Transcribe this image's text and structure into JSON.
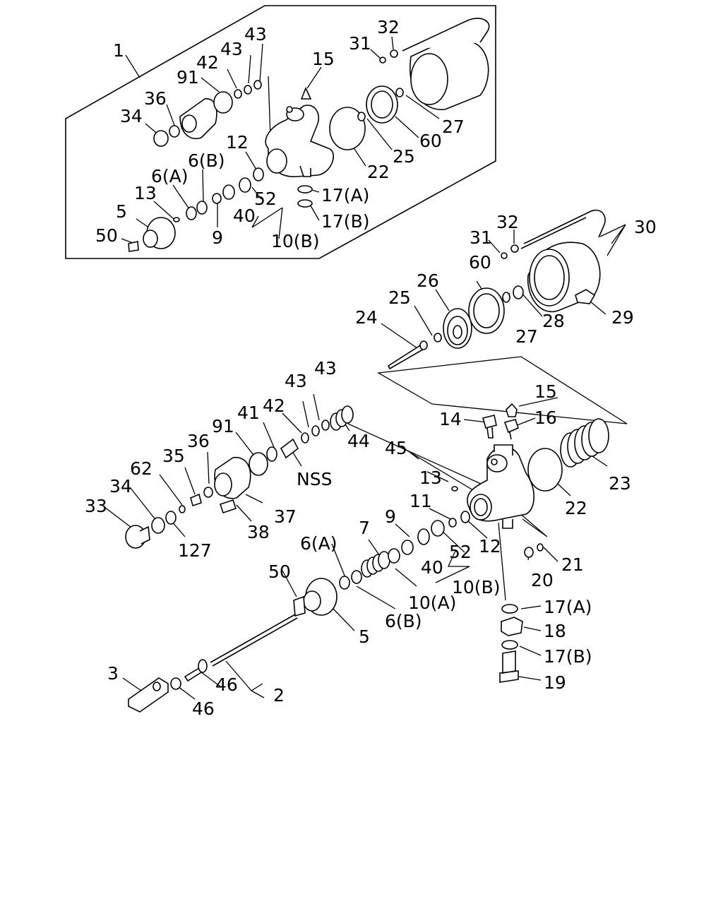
{
  "diagram": {
    "callouts": {
      "c1": "1",
      "c91a": "91",
      "c42a": "42",
      "c43a": "43",
      "c43b": "43",
      "c15a": "15",
      "c31a": "31",
      "c32a": "32",
      "c36a": "36",
      "c34a": "34",
      "c12a": "12",
      "c6Ba": "6(B)",
      "c6Aa": "6(A)",
      "c13a": "13",
      "c5a": "5",
      "c50a": "50",
      "c9a": "9",
      "c52a": "52",
      "c40a": "40",
      "c10Ba": "10(B)",
      "c17Aa": "17(A)",
      "c17Ba": "17(B)",
      "c22a": "22",
      "c25a": "25",
      "c60a": "60",
      "c27a": "27",
      "c30": "30",
      "c31b": "31",
      "c32b": "32",
      "c29": "29",
      "c28": "28",
      "c27b": "27",
      "c60b": "60",
      "c26": "26",
      "c25b": "25",
      "c24": "24",
      "c15b": "15",
      "c14": "14",
      "c16": "16",
      "c23": "23",
      "c22b": "22",
      "c43c": "43",
      "c43d": "43",
      "c42b": "42",
      "c41": "41",
      "c91b": "91",
      "c44": "44",
      "cNSS": "NSS",
      "c36b": "36",
      "c35": "35",
      "c62": "62",
      "c34b": "34",
      "c33": "33",
      "c127": "127",
      "c37": "37",
      "c38": "38",
      "c45": "45",
      "c13b": "13",
      "c11": "11",
      "c12b": "12",
      "c9b": "9",
      "c52b": "52",
      "c40b": "40",
      "c10Bb": "10(B)",
      "c7": "7",
      "c6Ab": "6(A)",
      "c10A": "10(A)",
      "c6Bb": "6(B)",
      "c21": "21",
      "c20": "20",
      "c17Ab": "17(A)",
      "c18": "18",
      "c17Bb": "17(B)",
      "c19": "19",
      "c50b": "50",
      "c5b": "5",
      "c3": "3",
      "c46a": "46",
      "c46b": "46",
      "c2": "2"
    }
  }
}
